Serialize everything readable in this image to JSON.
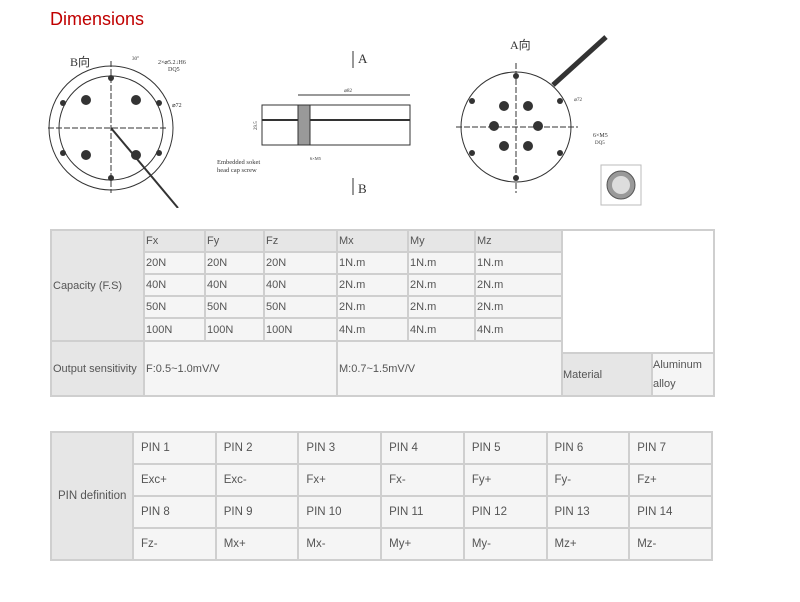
{
  "title": "Dimensions",
  "drawing": {
    "b_view": "B向",
    "a_view": "A向",
    "arrow_a": "A",
    "arrow_b": "B",
    "d82": "⌀82",
    "d72": "⌀72",
    "height": "29.5",
    "screw_note": [
      "Embedded soket",
      "head cap screw"
    ],
    "holes_b": "2×⌀5.2↓H6",
    "depth_b": "DQ5",
    "holes_a": "6×M5",
    "depth_a": "DQ5",
    "angle": "30°",
    "screw": "6×M5"
  },
  "spec_table": {
    "capacity_label": "Capacity (F.S)",
    "headers": [
      "Fx",
      "Fy",
      "Fz",
      "Mx",
      "My",
      "Mz"
    ],
    "rows": [
      [
        "20N",
        "20N",
        "20N",
        "1N.m",
        "1N.m",
        "1N.m"
      ],
      [
        "40N",
        "40N",
        "40N",
        "2N.m",
        "2N.m",
        "2N.m"
      ],
      [
        "50N",
        "50N",
        "50N",
        "2N.m",
        "2N.m",
        "2N.m"
      ],
      [
        "100N",
        "100N",
        "100N",
        "4N.m",
        "4N.m",
        "4N.m"
      ]
    ],
    "output_label": "Output sensitivity",
    "output_f": "F:0.5~1.0mV/V",
    "output_m": "M:0.7~1.5mV/V",
    "material_label": "Material",
    "material_value": "Aluminum alloy"
  },
  "pin_table": {
    "label": "PIN definition",
    "pins_a": [
      "PIN 1",
      "PIN 2",
      "PIN 3",
      "PIN 4",
      "PIN 5",
      "PIN 6",
      "PIN 7"
    ],
    "defs_a": [
      "Exc+",
      "Exc-",
      "Fx+",
      "Fx-",
      "Fy+",
      "Fy-",
      "Fz+"
    ],
    "pins_b": [
      "PIN 8",
      "PIN 9",
      "PIN 10",
      "PIN 11",
      "PIN 12",
      "PIN 13",
      "PIN 14"
    ],
    "defs_b": [
      "Fz-",
      "Mx+",
      "Mx-",
      "My+",
      "My-",
      "Mz+",
      "Mz-"
    ]
  }
}
